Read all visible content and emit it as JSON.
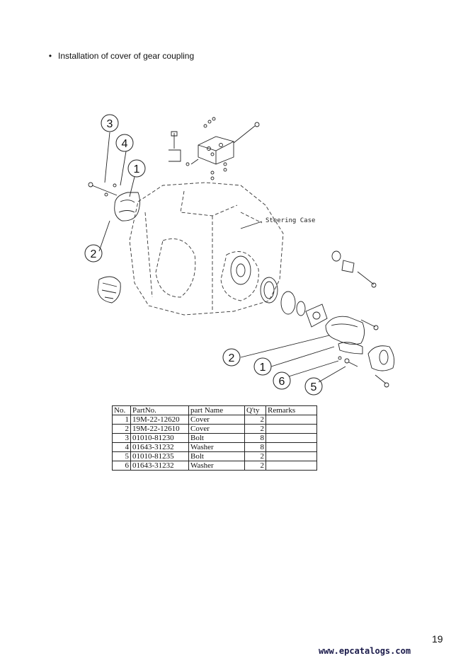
{
  "heading": {
    "bullet": "•",
    "text": "Installation of cover of gear coupling"
  },
  "diagram": {
    "case_label": "Steering Case",
    "callouts": [
      "3",
      "4",
      "1",
      "2",
      "2",
      "1",
      "6",
      "5"
    ]
  },
  "parts_table": {
    "headers": [
      "No.",
      "PartNo.",
      "part Name",
      "Q'ty",
      "Remarks"
    ],
    "rows": [
      [
        "1",
        "19M-22-12620",
        "Cover",
        "2",
        ""
      ],
      [
        "2",
        "19M-22-12610",
        "Cover",
        "2",
        ""
      ],
      [
        "3",
        "01010-81230",
        "Bolt",
        "8",
        ""
      ],
      [
        "4",
        "01643-31232",
        "Washer",
        "8",
        ""
      ],
      [
        "5",
        "01010-81235",
        "Bolt",
        "2",
        ""
      ],
      [
        "6",
        "01643-31232",
        "Washer",
        "2",
        ""
      ]
    ]
  },
  "page_number": "19",
  "watermark": "www.epcatalogs.com"
}
